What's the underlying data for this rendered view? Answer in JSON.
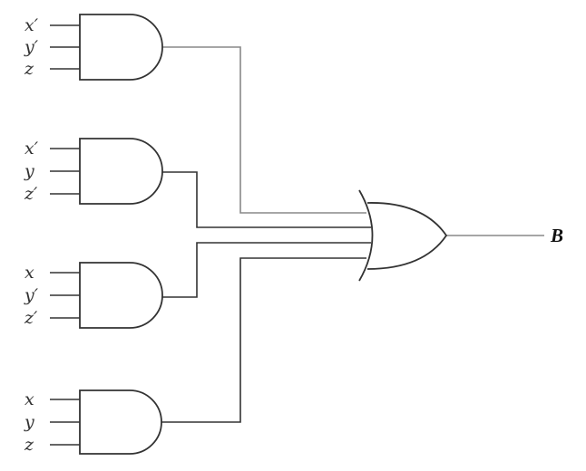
{
  "gates": [
    {
      "type": "AND",
      "inputs": [
        "x′",
        "y′",
        "z"
      ]
    },
    {
      "type": "AND",
      "inputs": [
        "x′",
        "y",
        "z′"
      ]
    },
    {
      "type": "AND",
      "inputs": [
        "x",
        "y′",
        "z′"
      ]
    },
    {
      "type": "AND",
      "inputs": [
        "x",
        "y",
        "z"
      ]
    }
  ],
  "or_gate": {
    "type": "OR"
  },
  "output_label": "B",
  "colors": {
    "wire": "#333333",
    "light_wire": "#888888"
  }
}
